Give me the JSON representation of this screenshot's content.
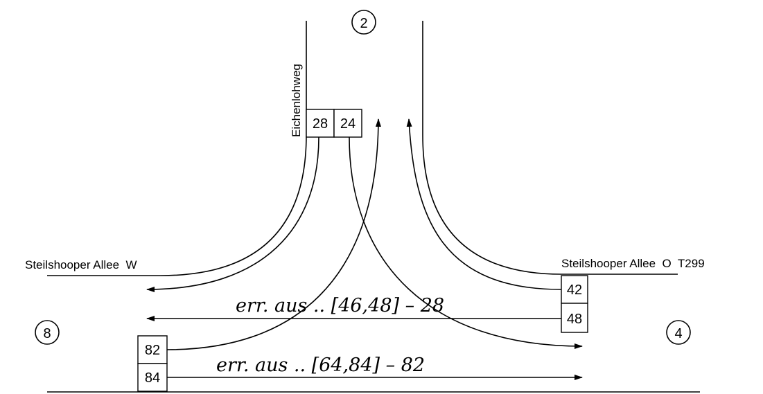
{
  "approaches": {
    "north_id": "2",
    "east_id": "4",
    "west_id": "8"
  },
  "streets": {
    "north": "Eichenlohweg",
    "west": "Steilshooper Allee  W",
    "east": "Steilshooper Allee  O  T299"
  },
  "signal_groups": {
    "north": [
      "28",
      "24"
    ],
    "east": [
      "42",
      "48"
    ],
    "west": [
      "82",
      "84"
    ]
  },
  "annotations": {
    "upper": "err. aus .. [46,48] – 28",
    "lower": "err. aus .. [64,84] – 82"
  }
}
